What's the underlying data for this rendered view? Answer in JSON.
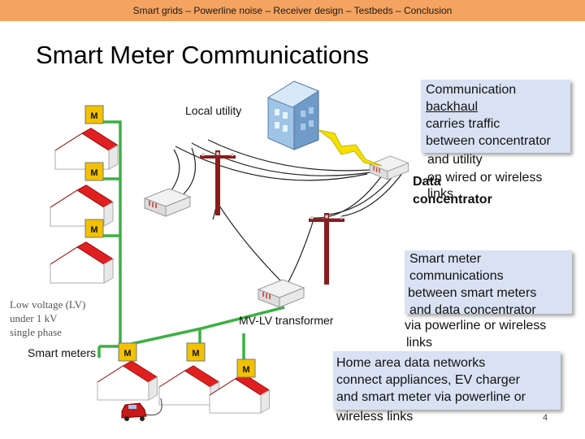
{
  "header": {
    "breadcrumb": "Smart grids – Powerline noise – Receiver design – Testbeds – Conclusion"
  },
  "slide": {
    "title": "Smart Meter Communications",
    "page_number": "4"
  },
  "labels": {
    "local_utility": "Local utility",
    "data_concentrator": [
      "Data",
      "concentrator"
    ],
    "lv_note": [
      "Low voltage (LV)",
      "under 1 kV",
      "single phase"
    ],
    "smart_meters": "Smart meters",
    "mv_lv_transformer": "MV-LV transformer",
    "meter_mark": "M"
  },
  "callouts": {
    "backhaul": [
      "Communication",
      "backhaul",
      "carries traffic",
      "between concentrator",
      "and utility",
      "on wired or wireless",
      "links"
    ],
    "smart_meter_comms": [
      "Smart meter",
      "communications",
      "between smart meters",
      "and data concentrator",
      "via powerline or wireless",
      "links"
    ],
    "home_area": [
      "Home area data networks",
      "connect appliances, EV charger",
      "and smart meter via powerline or",
      "wireless links"
    ]
  },
  "colors": {
    "header_bar": "#f4a460",
    "callout_bg": "#d8e2f3",
    "lv_lines": "#3cb043",
    "meter_fill": "#f2c200",
    "roof": "#e02020",
    "lightning": "#f5e000",
    "pole": "#8b1c1c"
  },
  "icons": [
    "office-building-icon",
    "house-icon",
    "meter-icon",
    "lightning-icon",
    "utility-pole-icon",
    "transformer-icon",
    "concentrator-icon",
    "ev-car-icon"
  ]
}
